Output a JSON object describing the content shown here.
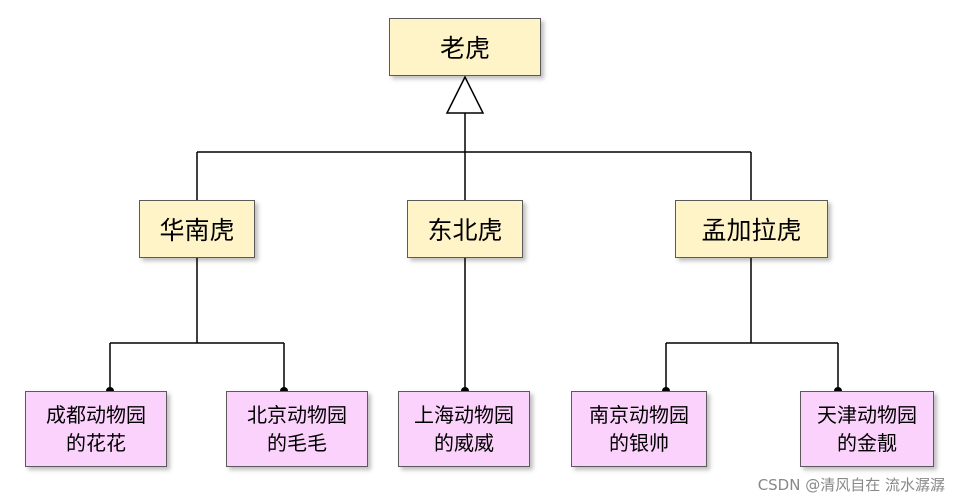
{
  "colors": {
    "class_fill": "#fff4c8",
    "object_fill": "#fbd2fb",
    "border": "#5a5a5a",
    "line": "#000000"
  },
  "root": {
    "label": "老虎"
  },
  "classes": [
    {
      "label": "华南虎"
    },
    {
      "label": "东北虎"
    },
    {
      "label": "孟加拉虎"
    }
  ],
  "objects": [
    {
      "line1": "成都动物园",
      "line2": "的花花"
    },
    {
      "line1": "北京动物园",
      "line2": "的毛毛"
    },
    {
      "line1": "上海动物园",
      "line2": "的威威"
    },
    {
      "line1": "南京动物园",
      "line2": "的银帅"
    },
    {
      "line1": "天津动物园",
      "line2": "的金靓"
    }
  ],
  "watermark": "CSDN @清风自在 流水潺潺"
}
